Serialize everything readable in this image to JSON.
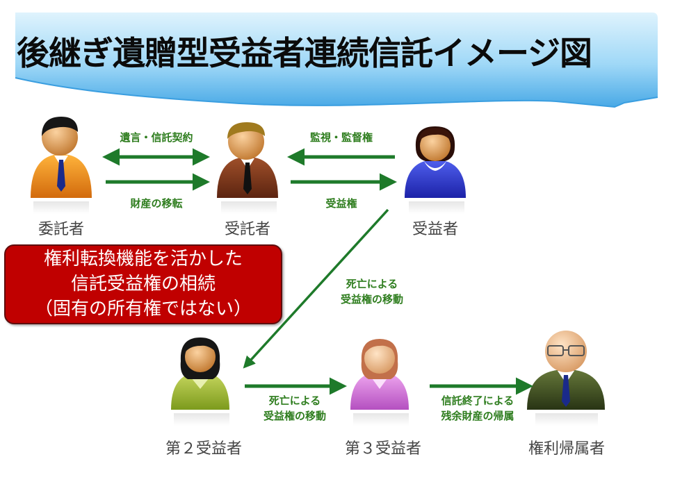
{
  "title": "後継ぎ遺贈型受益者連続信託イメージ図",
  "roles": {
    "settlor": "委託者",
    "trustee": "受託者",
    "beneficiary": "受益者",
    "second_beneficiary": "第２受益者",
    "third_beneficiary": "第３受益者",
    "residual_owner": "権利帰属者"
  },
  "edges": {
    "will_trust_contract": "遺言・信託契約",
    "property_transfer": "財産の移転",
    "supervision": "監視・監督権",
    "beneficial_right": "受益権",
    "death_transfer_1": [
      "死亡による",
      "受益権の移動"
    ],
    "death_transfer_2": [
      "死亡による",
      "受益権の移動"
    ],
    "trust_end": [
      "信託終了による",
      "残余財産の帰属"
    ]
  },
  "callout": [
    "権利転換機能を活かした",
    "信託受益権の相続",
    "（固有の所有権ではない）"
  ],
  "colors": {
    "arrow": "#1e7a2a",
    "callout_bg": "#c00000",
    "banner_light": "#bfe6fb",
    "banner_dark": "#4fb0ea"
  }
}
